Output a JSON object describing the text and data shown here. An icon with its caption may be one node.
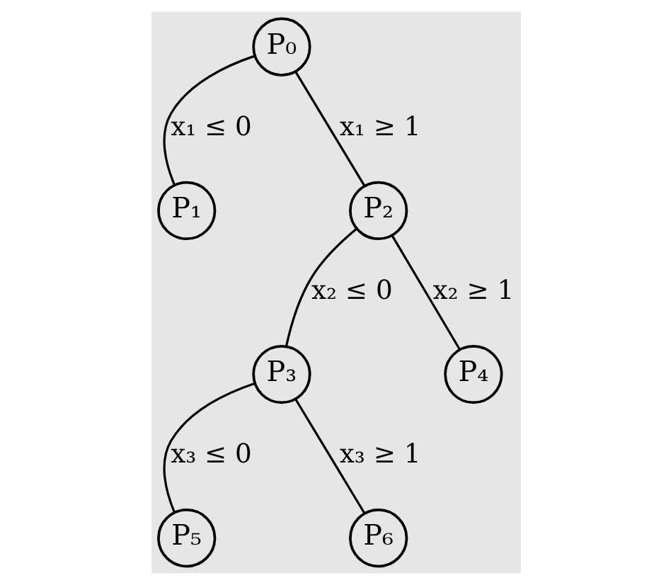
{
  "diagram": {
    "nodes": [
      {
        "text": [
          "P₀"
        ]
      },
      {
        "text": [
          "P₁"
        ]
      },
      {
        "text": [
          "P₂"
        ]
      },
      {
        "text": [
          "P₃"
        ]
      },
      {
        "text": [
          "P₄"
        ]
      },
      {
        "text": [
          "P₅"
        ]
      },
      {
        "text": [
          "P₆"
        ]
      }
    ],
    "edges": [
      {
        "from": 0,
        "to": 1,
        "arrow": "none",
        "label": "x₁ ≤ 0"
      },
      {
        "from": 0,
        "to": 2,
        "arrow": "none",
        "label": "x₁ ≥ 1"
      },
      {
        "from": 2,
        "to": 3,
        "arrow": "none",
        "label": "x₂ ≤ 0"
      },
      {
        "from": 2,
        "to": 4,
        "arrow": "none",
        "label": "x₂ ≥ 1"
      },
      {
        "from": 3,
        "to": 5,
        "arrow": "none",
        "label": "x₃ ≤ 0"
      },
      {
        "from": 3,
        "to": 6,
        "arrow": "none",
        "label": "x₃ ≥ 1"
      }
    ]
  }
}
